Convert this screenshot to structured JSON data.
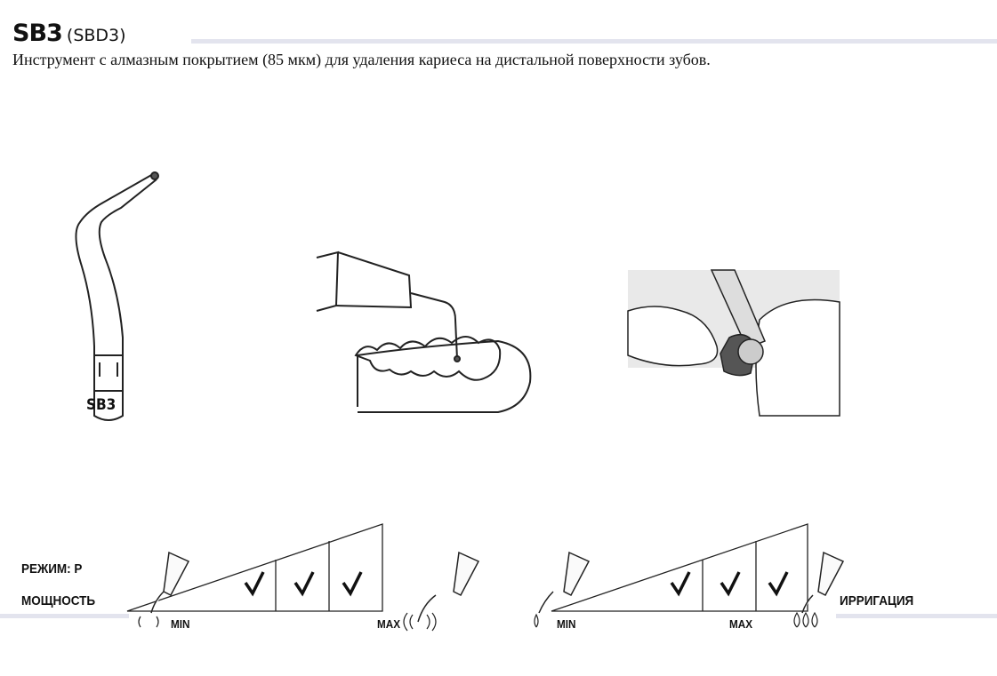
{
  "header": {
    "code": "SB3",
    "alt_code": "(SBD3)"
  },
  "description": "Инструмент с алмазным покрытием (85 мкм) для удаления кариеса на дистальной поверхности зубов.",
  "tip_label": "SB3",
  "settings": {
    "mode_label": "РЕЖИМ: P",
    "power_label": "МОЩНОСТЬ",
    "irrigation_label": "ИРРИГАЦИЯ",
    "power_scale": {
      "min": "MIN",
      "max": "MAX",
      "checked_levels": 3,
      "total_levels": 3
    },
    "irrigation_scale": {
      "min": "MIN",
      "max": "MAX",
      "checked_levels": 3,
      "total_levels": 3
    }
  }
}
